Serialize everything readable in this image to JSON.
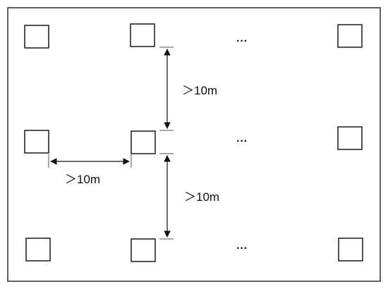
{
  "diagram": {
    "spacing_labels": {
      "vertical_top": "＞10m",
      "horizontal": "＞10m",
      "vertical_bottom": "＞10m"
    },
    "ellipsis": {
      "row1": "···",
      "row2": "···",
      "row3": "···"
    }
  }
}
